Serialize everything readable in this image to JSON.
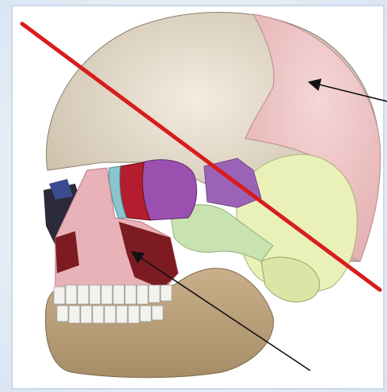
{
  "image": {
    "subject": "skull",
    "colors": {
      "background": "#ffffff",
      "frame": "#e3edf6",
      "cranium": "#d8ccb8",
      "parietal": "#f0c7c7",
      "temporal": "#eaf1b8",
      "sphenoid": "#9b63b5",
      "orbit_red": "#b31d2d",
      "orbit_teal": "#88c5cc",
      "zygomatic": "#c8e3b0",
      "maxilla": "#e9b2b8",
      "nasal_dark": "#2a2a3a",
      "nasal_blue": "#3a4b8f",
      "maxilla_dark": "#7c1c22",
      "mandible": "#b89f7a",
      "teeth": "#f2f2ee",
      "cut_line": "#d91c1c",
      "arrow": "#111111"
    },
    "annotations": [
      {
        "name": "red-cut-line"
      },
      {
        "name": "arrow-upper-right"
      },
      {
        "name": "arrow-lower"
      }
    ]
  }
}
